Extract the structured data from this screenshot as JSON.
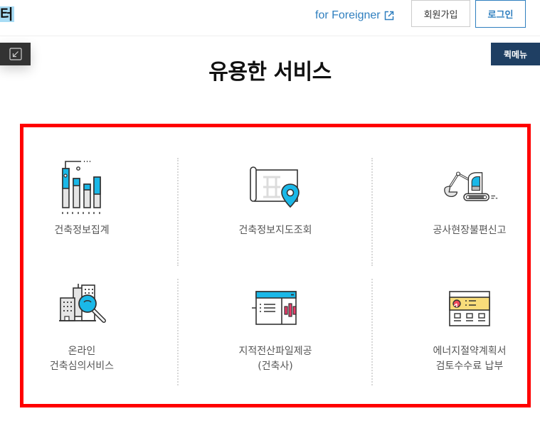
{
  "header": {
    "logo_fragment": "터",
    "for_foreigner_label": "for Foreigner",
    "external_link_icon": "external-link-icon",
    "join_label": "회원가입",
    "login_label": "로그인"
  },
  "side_toggle": {
    "icon": "collapse-arrow-icon"
  },
  "quick_menu": {
    "label": "퀵메뉴"
  },
  "section": {
    "title": "유용한 서비스"
  },
  "services": [
    {
      "label": "건축정보집계",
      "icon": "bar-chart-icon"
    },
    {
      "label": "건축정보지도조회",
      "icon": "map-pin-icon"
    },
    {
      "label": "공사현장불편신고",
      "icon": "excavator-icon"
    },
    {
      "label": "온라인\n건축심의서비스",
      "icon": "building-search-icon"
    },
    {
      "label": "지적전산파일제공\n(건축사)",
      "icon": "file-window-icon"
    },
    {
      "label": "에너지절약계획서\n검토수수료 납부",
      "icon": "payment-report-icon"
    }
  ],
  "colors": {
    "accent_blue": "#2f7fbf",
    "icon_cyan": "#1ab8e8",
    "quick_menu_bg": "#1f3f63",
    "highlight_red": "#ff0000"
  }
}
